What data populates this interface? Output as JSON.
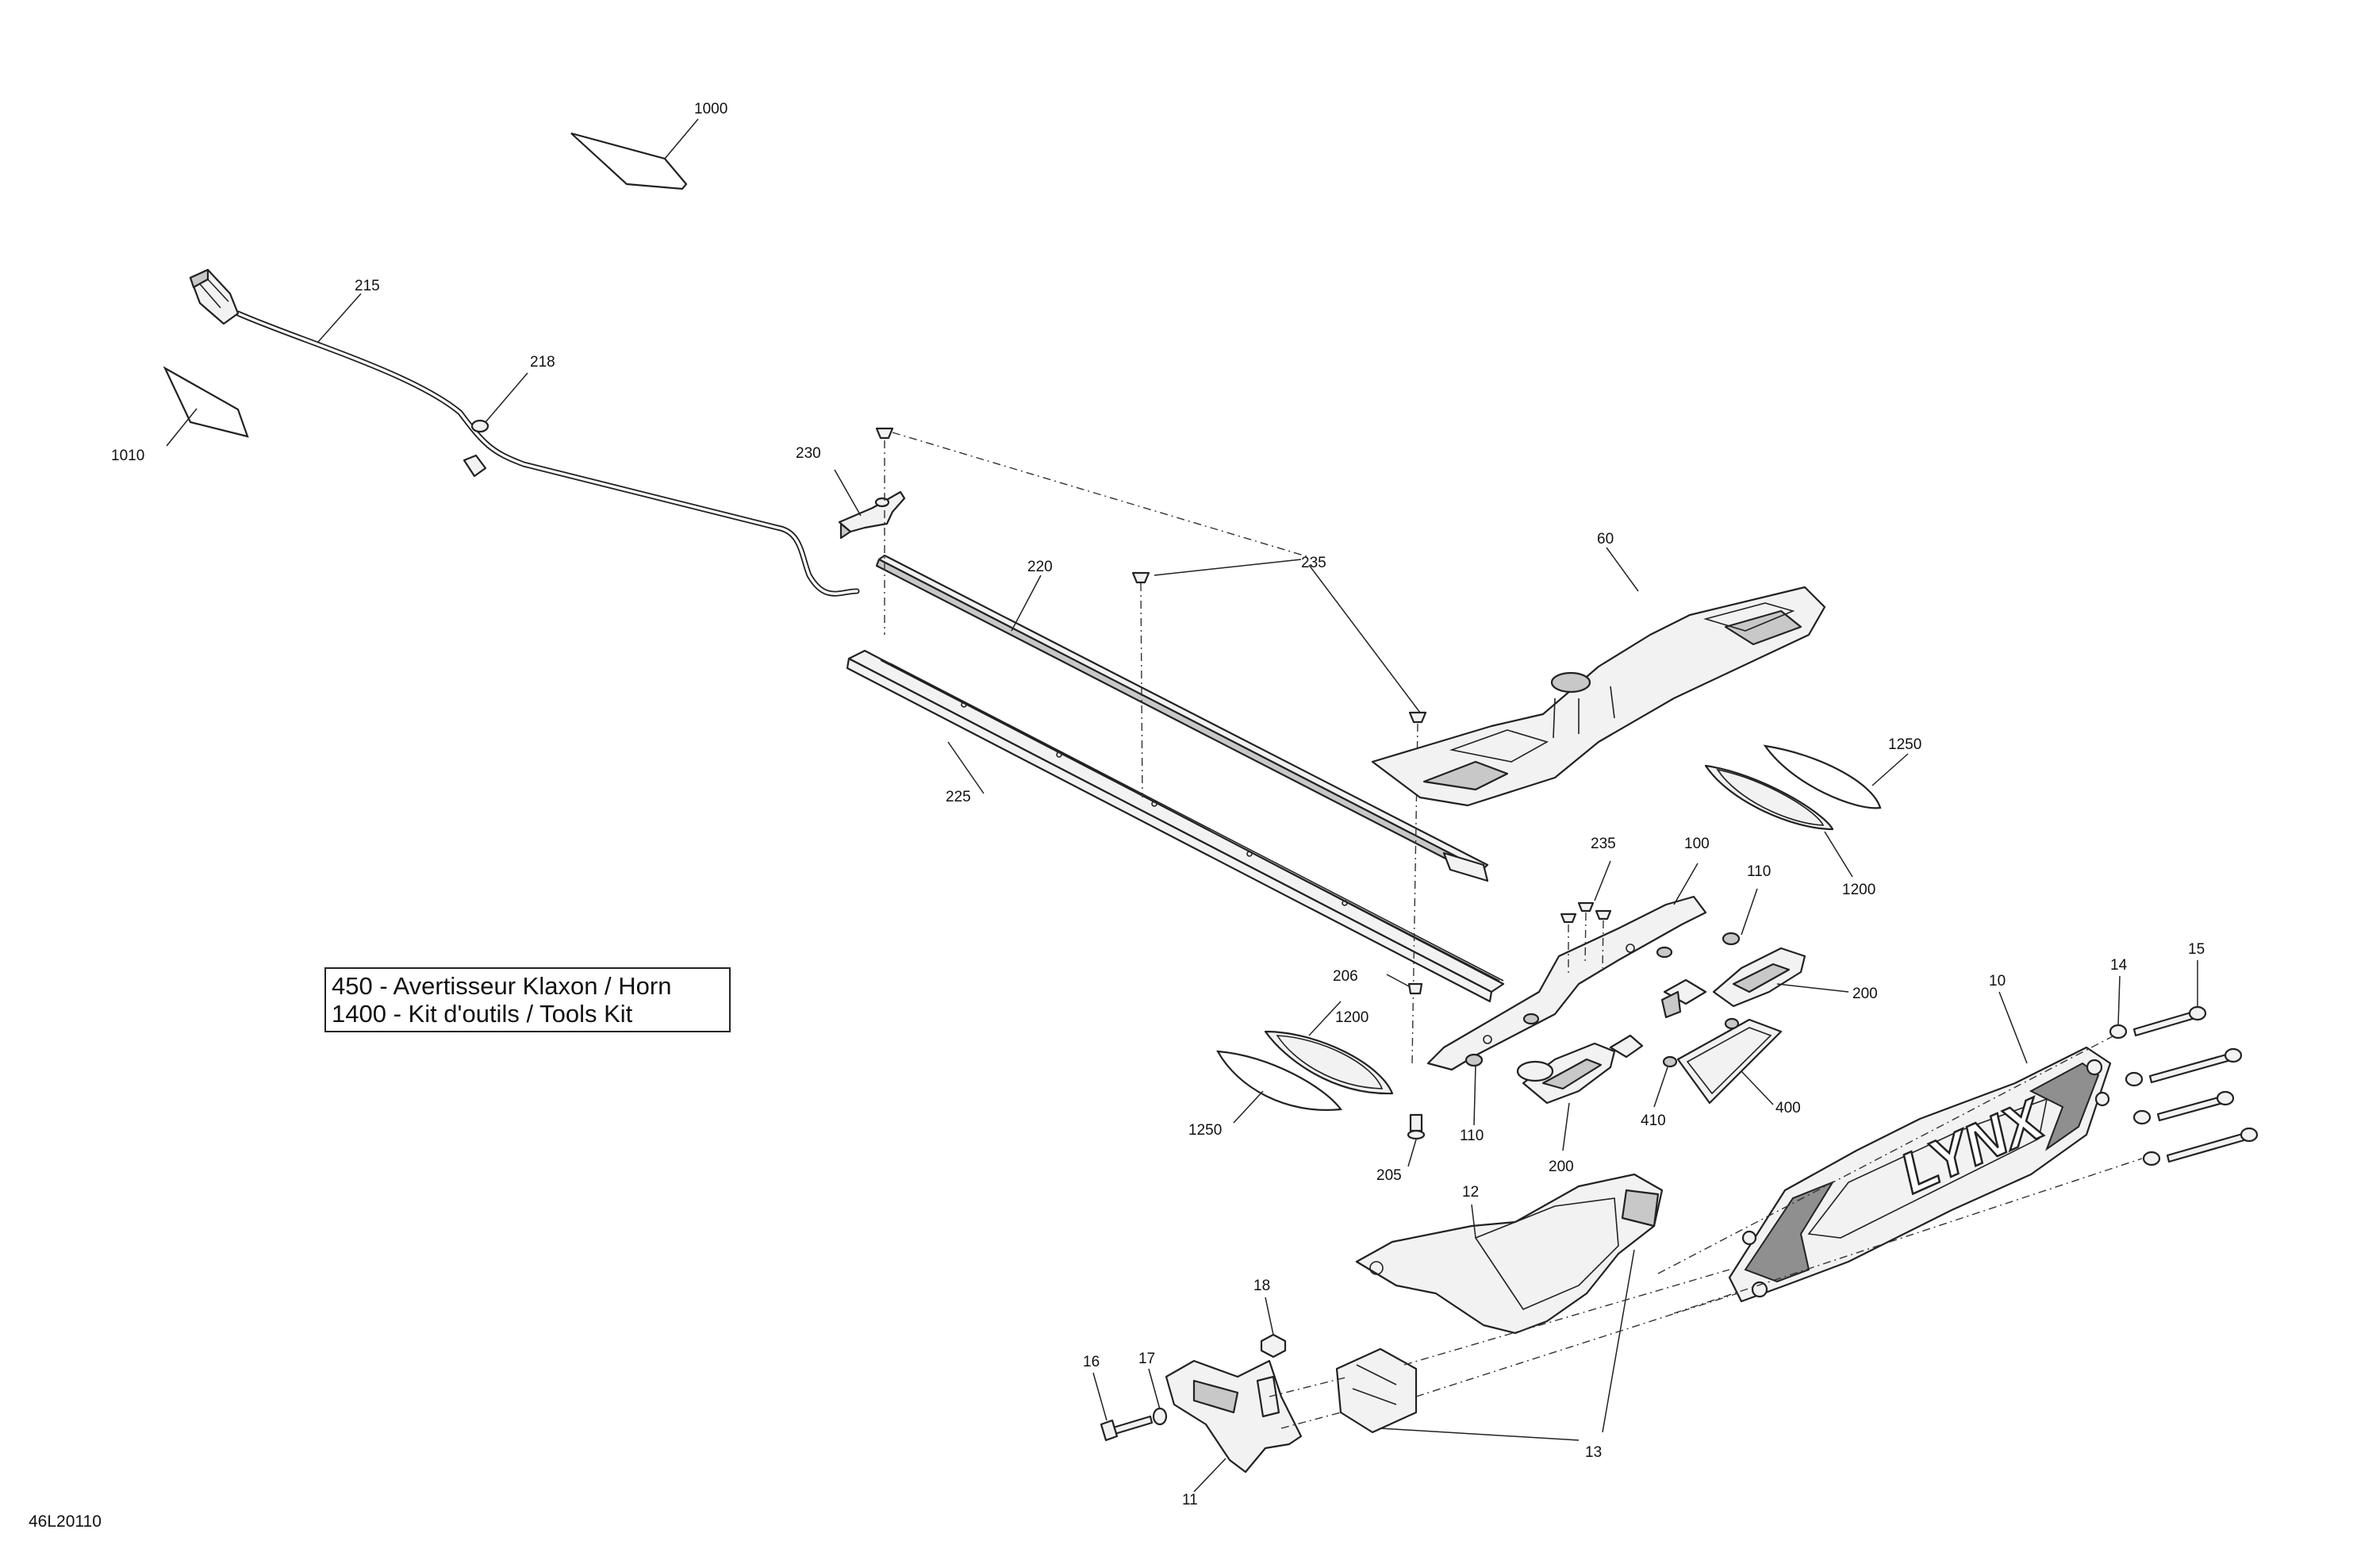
{
  "diagram_code": "46L20110",
  "legend": [
    "450 - Avertisseur Klaxon / Horn",
    "1400 - Kit d'outils / Tools Kit"
  ],
  "callouts": {
    "c1000": "1000",
    "c1010": "1010",
    "c215": "215",
    "c218": "218",
    "c230": "230",
    "c220": "220",
    "c225": "225",
    "c235a": "235",
    "c60": "60",
    "c1250a": "1250",
    "c1200a": "1200",
    "c235b": "235",
    "c100": "100",
    "c110a": "110",
    "c200a": "200",
    "c206": "206",
    "c1200b": "1200",
    "c1250b": "1250",
    "c110b": "110",
    "c200b": "200",
    "c205": "205",
    "c410": "410",
    "c400": "400",
    "c10": "10",
    "c14": "14",
    "c15": "15",
    "c12": "12",
    "c18": "18",
    "c16": "16",
    "c17": "17",
    "c11": "11",
    "c13": "13"
  },
  "logo_text": "LYNX"
}
